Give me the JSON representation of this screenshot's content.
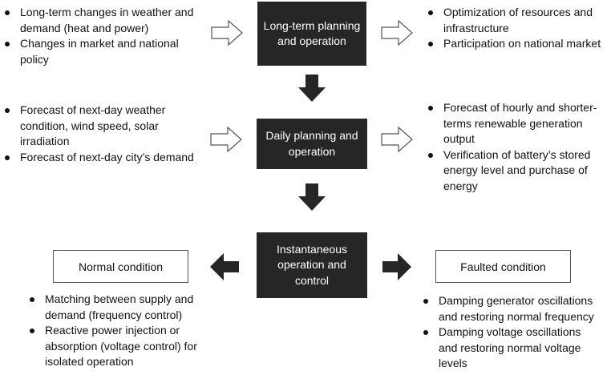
{
  "longterm": {
    "inputs": [
      "Long-term changes in weather and demand (heat and power)",
      "Changes in market and national policy"
    ],
    "box": "Long-term planning and operation",
    "outputs": [
      "Optimization of resources and infrastructure",
      "Participation on national market"
    ]
  },
  "daily": {
    "inputs": [
      "Forecast of next-day weather condition, wind speed, solar irradiation",
      "Forecast of next-day city’s demand"
    ],
    "box": "Daily planning and operation",
    "outputs": [
      "Forecast of hourly and shorter-terms renewable generation output",
      "Verification of battery’s stored energy level and purchase of energy"
    ]
  },
  "instant": {
    "box": "Instantaneous operation and control",
    "normal": {
      "label": "Normal condition",
      "items": [
        "Matching between supply and demand (frequency control)",
        "Reactive power injection or absorption (voltage control) for isolated operation"
      ]
    },
    "faulted": {
      "label": "Faulted condition",
      "items": [
        "Damping generator oscillations and restoring normal frequency",
        "Damping voltage oscillations and restoring normal voltage levels"
      ]
    }
  },
  "colors": {
    "dark_box": "#262626",
    "text": "#111111",
    "outline": "#555555"
  }
}
